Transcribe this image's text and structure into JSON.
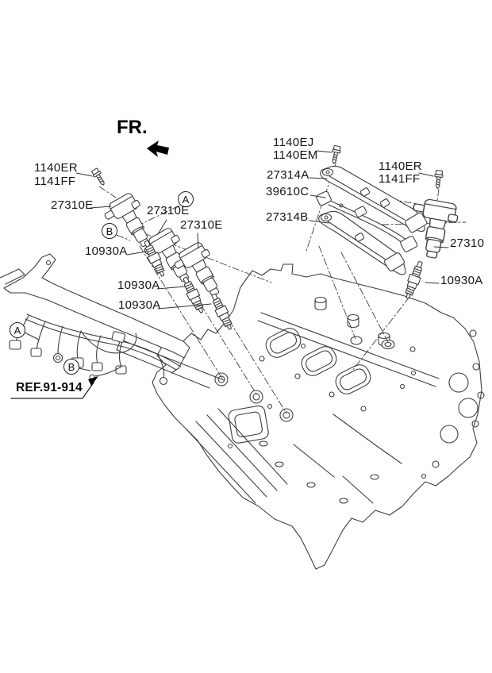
{
  "page": {
    "background": "#ffffff",
    "line_color": "#3e3e3e",
    "text_color": "#151515"
  },
  "fr_indicator": {
    "label": "FR."
  },
  "ref_note": {
    "label": "REF.91-914"
  },
  "callouts": {
    "a": "A",
    "b": "B"
  },
  "labels": {
    "left_bolt_line1": "1140ER",
    "left_bolt_line2": "1141FF",
    "coil_e_1": "27310E",
    "coil_e_2": "27310E",
    "coil_e_3": "27310E",
    "plug_1": "10930A",
    "plug_2": "10930A",
    "plug_3": "10930A",
    "mid_bolt_line1": "1140EJ",
    "mid_bolt_line2": "1140EM",
    "bracket_upper": "27314A",
    "plug_cable": "39610C",
    "bracket_lower": "27314B",
    "right_bolt_line1": "1140ER",
    "right_bolt_line2": "1141FF",
    "coil_right": "27310",
    "plug_right": "10930A"
  }
}
